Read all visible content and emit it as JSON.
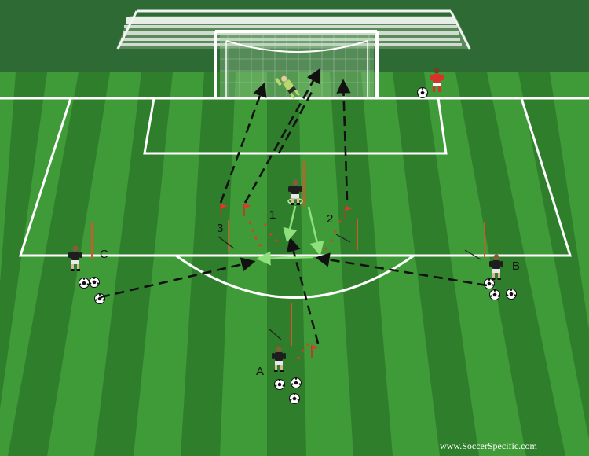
{
  "labels": {
    "player_a": "A",
    "player_b": "B",
    "player_c": "C",
    "pos_1": "1",
    "pos_2": "2",
    "pos_3": "3"
  },
  "watermark": "www.SoccerSpecific.com",
  "colors": {
    "grass_light": "#3f9a38",
    "grass_dark": "#2f7e2c",
    "background_band": "#2e6b34",
    "line": "#ffffff",
    "pass_arrow": "#111111",
    "movement_arrow": "#8ee07a",
    "pole": "#d9542a",
    "flag": "#e03a2a",
    "team_kit": "#1e1e1e",
    "keeper_kit": "#b7d96a",
    "opponent_kit": "#d8322b"
  },
  "icons": [
    "goal-icon",
    "ball-icon",
    "player-icon",
    "goalkeeper-icon",
    "pole-icon",
    "flag-icon",
    "bleachers-icon"
  ]
}
